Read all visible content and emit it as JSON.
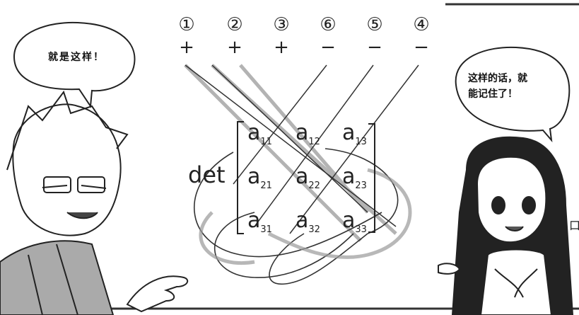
{
  "left_bubble": {
    "text": "就是这样！"
  },
  "right_bubble": {
    "text": "这样的话，就\n能记住了！"
  },
  "columns": [
    {
      "number": "①",
      "sign": "+"
    },
    {
      "number": "②",
      "sign": "+"
    },
    {
      "number": "③",
      "sign": "+"
    },
    {
      "number": "⑥",
      "sign": "−"
    },
    {
      "number": "⑤",
      "sign": "−"
    },
    {
      "number": "④",
      "sign": "−"
    }
  ],
  "matrix": {
    "label": "det",
    "rows": [
      [
        {
          "letter": "a",
          "index": "11"
        },
        {
          "letter": "a",
          "index": "12"
        },
        {
          "letter": "a",
          "index": "13"
        }
      ],
      [
        {
          "letter": "a",
          "index": "21"
        },
        {
          "letter": "a",
          "index": "22"
        },
        {
          "letter": "a",
          "index": "23"
        }
      ],
      [
        {
          "letter": "a",
          "index": "31"
        },
        {
          "letter": "a",
          "index": "32"
        },
        {
          "letter": "a",
          "index": "33"
        }
      ]
    ]
  },
  "edge_glyph": "口"
}
